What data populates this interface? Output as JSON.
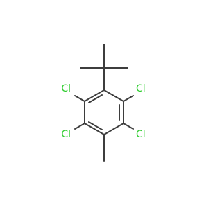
{
  "colors": {
    "bond": "#3d3d3d",
    "chlorine": "#32cd32",
    "background": "#ffffff"
  },
  "atoms": {
    "cl_top_left": "Cl",
    "cl_top_right": "Cl",
    "cl_bottom_left": "Cl",
    "cl_bottom_right": "Cl"
  }
}
